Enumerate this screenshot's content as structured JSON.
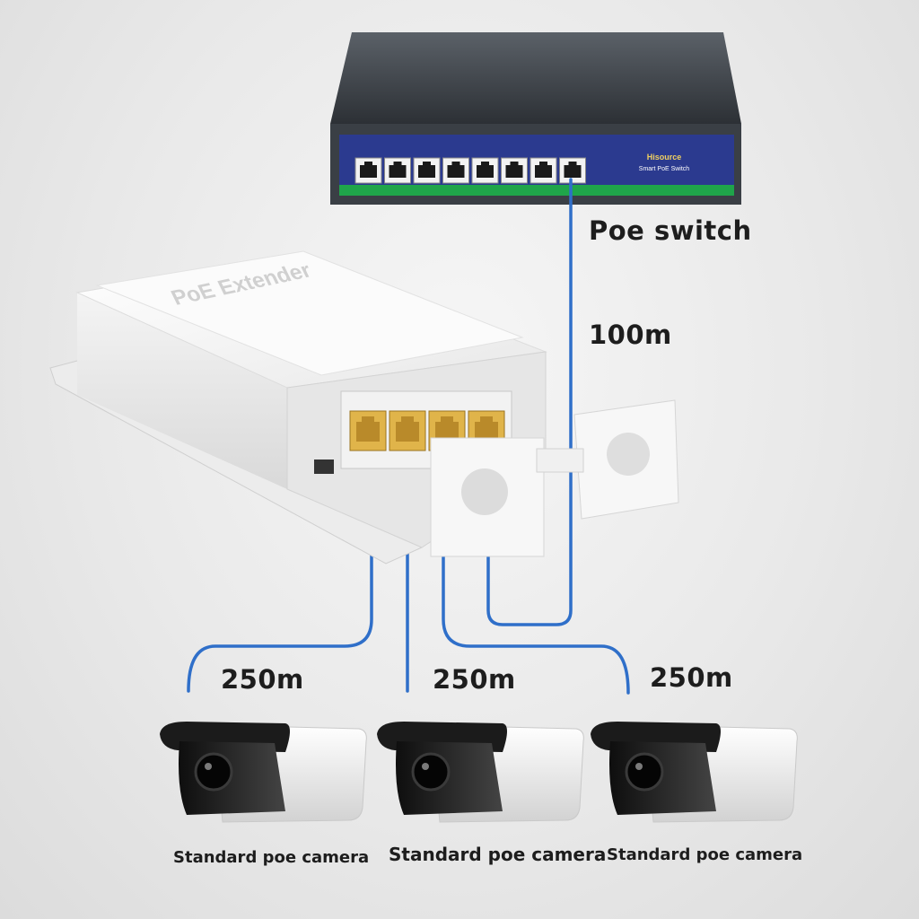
{
  "switch": {
    "label": "Poe switch",
    "brand": "Hisource",
    "model_text": "Smart PoE Switch",
    "port_count": 8
  },
  "extender": {
    "label": "PoE Extender",
    "port_count": 4
  },
  "links": {
    "uplink_length": "100m",
    "camera_lengths": [
      "250m",
      "250m",
      "250m"
    ]
  },
  "cameras": [
    {
      "label": "Standard poe camera"
    },
    {
      "label": "Standard poe camera"
    },
    {
      "label": "Standard poe camera"
    }
  ],
  "colors": {
    "cable": "#2f6fc9",
    "switch_front": "#2b3a8f",
    "switch_body": "#3a3f45",
    "switch_strip": "#1fa54a",
    "port_yellow": "#e0b44a",
    "camera_body": "#f1f1f1",
    "camera_shroud": "#222222"
  }
}
